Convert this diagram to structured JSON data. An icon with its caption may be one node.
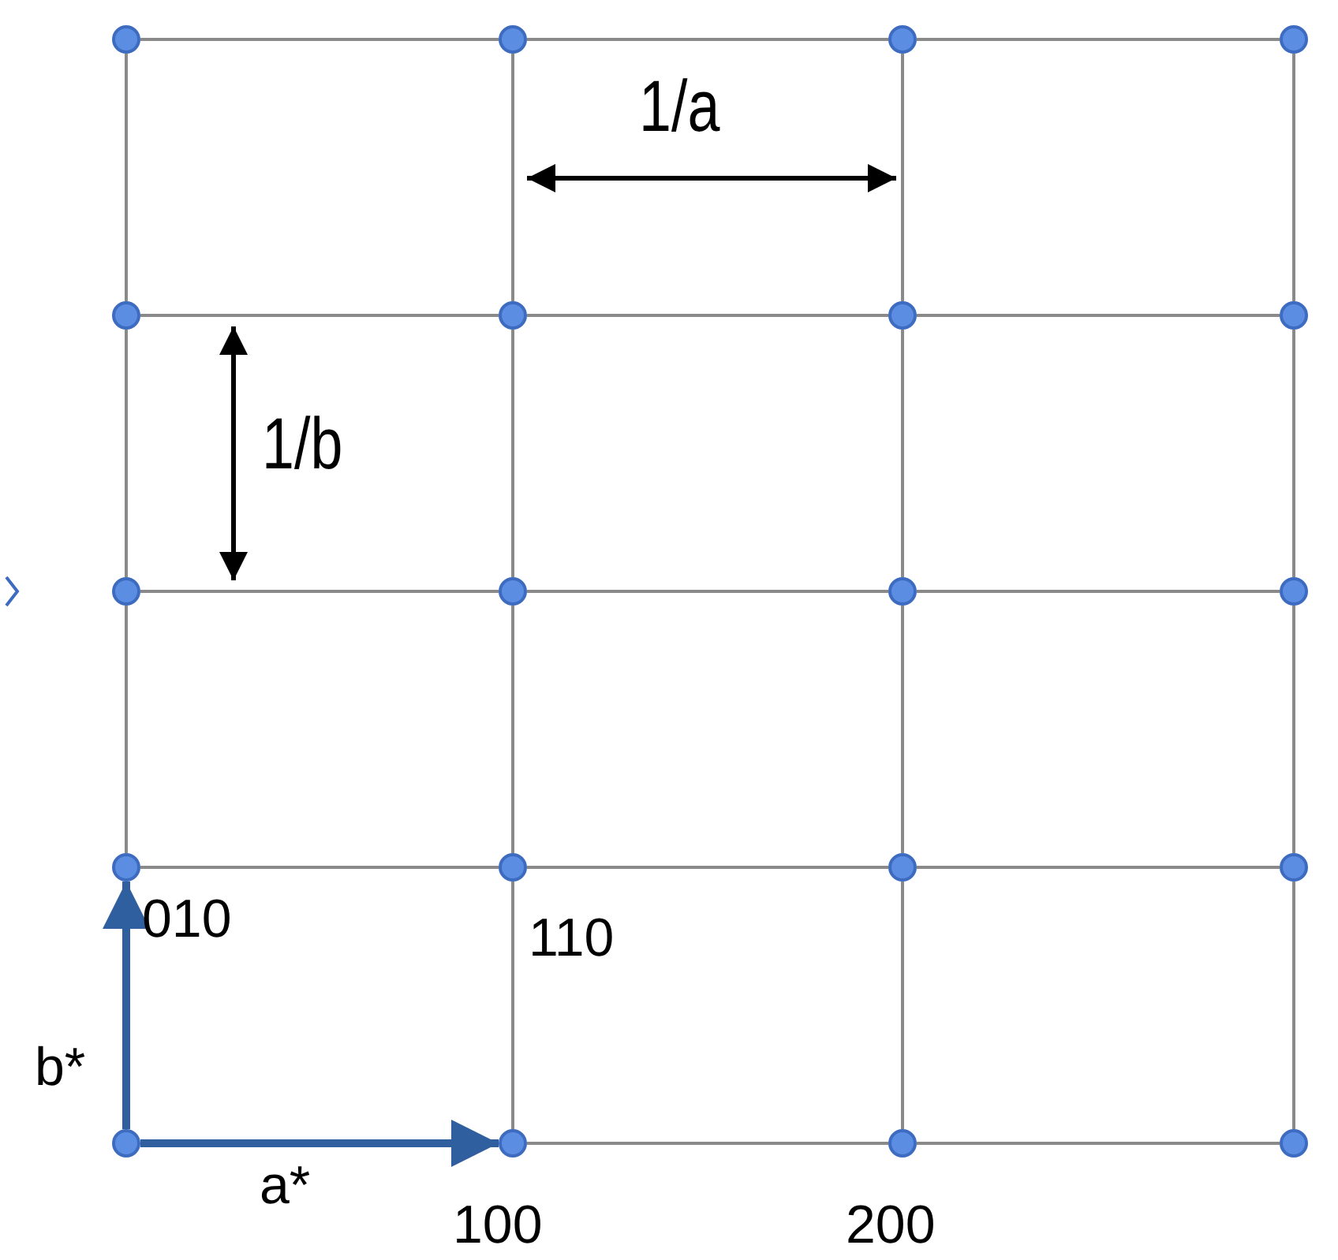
{
  "diagram": {
    "nodes": [
      {
        "text": [],
        "shape": "circle"
      },
      {
        "text": [],
        "shape": "circle"
      },
      {
        "text": [],
        "shape": "circle"
      },
      {
        "text": [],
        "shape": "circle"
      },
      {
        "text": [],
        "shape": "circle"
      },
      {
        "text": [],
        "shape": "circle"
      },
      {
        "text": [],
        "shape": "circle"
      },
      {
        "text": [],
        "shape": "circle"
      },
      {
        "text": [],
        "shape": "circle"
      },
      {
        "text": [],
        "shape": "circle"
      },
      {
        "text": [],
        "shape": "circle"
      },
      {
        "text": [],
        "shape": "circle"
      },
      {
        "text": [],
        "shape": "circle",
        "beside": [
          "010"
        ]
      },
      {
        "text": [],
        "shape": "circle",
        "beside": [
          "110"
        ]
      },
      {
        "text": [],
        "shape": "circle"
      },
      {
        "text": [],
        "shape": "circle"
      },
      {
        "text": [],
        "shape": "circle"
      },
      {
        "text": [],
        "shape": "circle",
        "beside": [
          "100"
        ]
      },
      {
        "text": [],
        "shape": "circle",
        "beside": [
          "200"
        ]
      },
      {
        "text": [],
        "shape": "circle"
      }
    ],
    "edges": [
      {
        "from": 16,
        "to": 17,
        "arrow": "to",
        "label": "a*",
        "style": "thick",
        "color": "#2f5f9e"
      },
      {
        "from": 16,
        "to": 12,
        "arrow": "to",
        "label": "b*",
        "style": "thick",
        "color": "#2f5f9e"
      },
      {
        "from": 0,
        "to": 1,
        "arrow": "none"
      },
      {
        "from": 1,
        "to": 2,
        "arrow": "none"
      },
      {
        "from": 2,
        "to": 3,
        "arrow": "none"
      },
      {
        "from": 4,
        "to": 5,
        "arrow": "none"
      },
      {
        "from": 5,
        "to": 6,
        "arrow": "none"
      },
      {
        "from": 6,
        "to": 7,
        "arrow": "none"
      },
      {
        "from": 8,
        "to": 9,
        "arrow": "none"
      },
      {
        "from": 9,
        "to": 10,
        "arrow": "none"
      },
      {
        "from": 10,
        "to": 11,
        "arrow": "none"
      },
      {
        "from": 12,
        "to": 13,
        "arrow": "none"
      },
      {
        "from": 13,
        "to": 14,
        "arrow": "none"
      },
      {
        "from": 14,
        "to": 15,
        "arrow": "none"
      },
      {
        "from": 17,
        "to": 18,
        "arrow": "none"
      },
      {
        "from": 18,
        "to": 19,
        "arrow": "none"
      },
      {
        "from": 0,
        "to": 4,
        "arrow": "none"
      },
      {
        "from": 4,
        "to": 8,
        "arrow": "none"
      },
      {
        "from": 8,
        "to": 12,
        "arrow": "none"
      },
      {
        "from": 1,
        "to": 5,
        "arrow": "none"
      },
      {
        "from": 5,
        "to": 9,
        "arrow": "none"
      },
      {
        "from": 9,
        "to": 13,
        "arrow": "none"
      },
      {
        "from": 13,
        "to": 17,
        "arrow": "none"
      },
      {
        "from": 2,
        "to": 6,
        "arrow": "none"
      },
      {
        "from": 6,
        "to": 10,
        "arrow": "none"
      },
      {
        "from": 10,
        "to": 14,
        "arrow": "none"
      },
      {
        "from": 14,
        "to": 18,
        "arrow": "none"
      },
      {
        "from": 3,
        "to": 7,
        "arrow": "none"
      },
      {
        "from": 7,
        "to": 11,
        "arrow": "none"
      },
      {
        "from": 11,
        "to": 15,
        "arrow": "none"
      },
      {
        "from": 15,
        "to": 19,
        "arrow": "none"
      }
    ],
    "labels": [
      "1/a",
      "1/b"
    ]
  }
}
